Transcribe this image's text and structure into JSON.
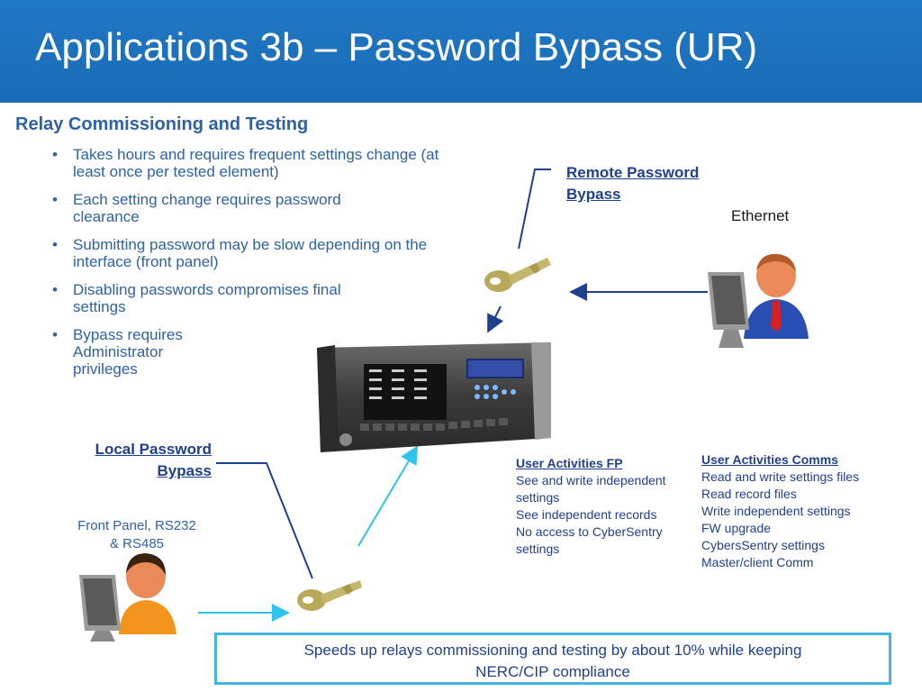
{
  "slide": {
    "title": "Applications 3b – Password Bypass (UR)",
    "subtitle": "Relay Commissioning and Testing",
    "bullets": [
      "Takes hours and requires frequent settings change (at least once per tested element)",
      "Each setting change requires password clearance",
      "Submitting password may be slow depending on the interface (front panel)",
      "Disabling passwords compromises final settings",
      "Bypass requires Administrator privileges"
    ],
    "remote_bypass_line1": "Remote Password",
    "remote_bypass_line2": "Bypass",
    "ethernet_label": "Ethernet",
    "local_bypass_line1": "Local Password",
    "local_bypass_line2": "Bypass",
    "front_panel_line1": "Front Panel, RS232",
    "front_panel_line2": "& RS485",
    "fp_activities": {
      "heading": "User Activities FP",
      "lines": [
        "See and write independent",
        "settings",
        "See independent records",
        "No access to CyberSentry",
        "settings"
      ]
    },
    "comms_activities": {
      "heading": "User Activities Comms",
      "lines": [
        "Read and write settings files",
        "Read record files",
        "Write independent settings",
        "FW upgrade",
        "CybersSentry settings",
        "Master/client Comm"
      ]
    },
    "footer_box_line1": "Speeds up relays commissioning and testing by about 10% while keeping",
    "footer_box_line2": "NERC/CIP compliance"
  },
  "icons": [
    "key-icon",
    "key-icon",
    "user-at-computer-icon",
    "user-at-computer-icon",
    "relay-device-image"
  ],
  "colors": {
    "header_blue": "#1f78c4",
    "text_blue": "#2d62a4",
    "dark_blue": "#1f3f8f",
    "cyan_arrow": "#2ec4ec",
    "box_border": "#43b4e4"
  }
}
